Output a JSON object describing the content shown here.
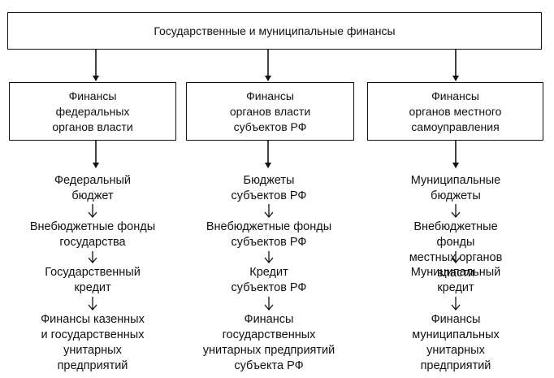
{
  "top": {
    "label": "Государственные и муниципальные финансы"
  },
  "columns": [
    {
      "header": "Финансы\nфедеральных\nорганов власти",
      "items": [
        "Федеральный\nбюджет",
        "Внебюджетные фонды\nгосударства",
        "Государственный\nкредит",
        "Финансы казенных\nи государственных\nунитарных\nпредприятий"
      ]
    },
    {
      "header": "Финансы\nорганов власти\nсубъектов РФ",
      "items": [
        "Бюджеты\nсубъектов РФ",
        "Внебюджетные фонды\nсубъектов РФ",
        "Кредит\nсубъектов РФ",
        "Финансы\nгосударственных\nунитарных предприятий\nсубъекта РФ"
      ]
    },
    {
      "header": "Финансы\nорганов местного\nсамоуправления",
      "items": [
        "Муниципальные\nбюджеты",
        "Внебюджетные фонды\nместных органов власти",
        "Муниципальный\nкредит",
        "Финансы\nмуниципальных\nунитарных предприятий"
      ]
    }
  ]
}
